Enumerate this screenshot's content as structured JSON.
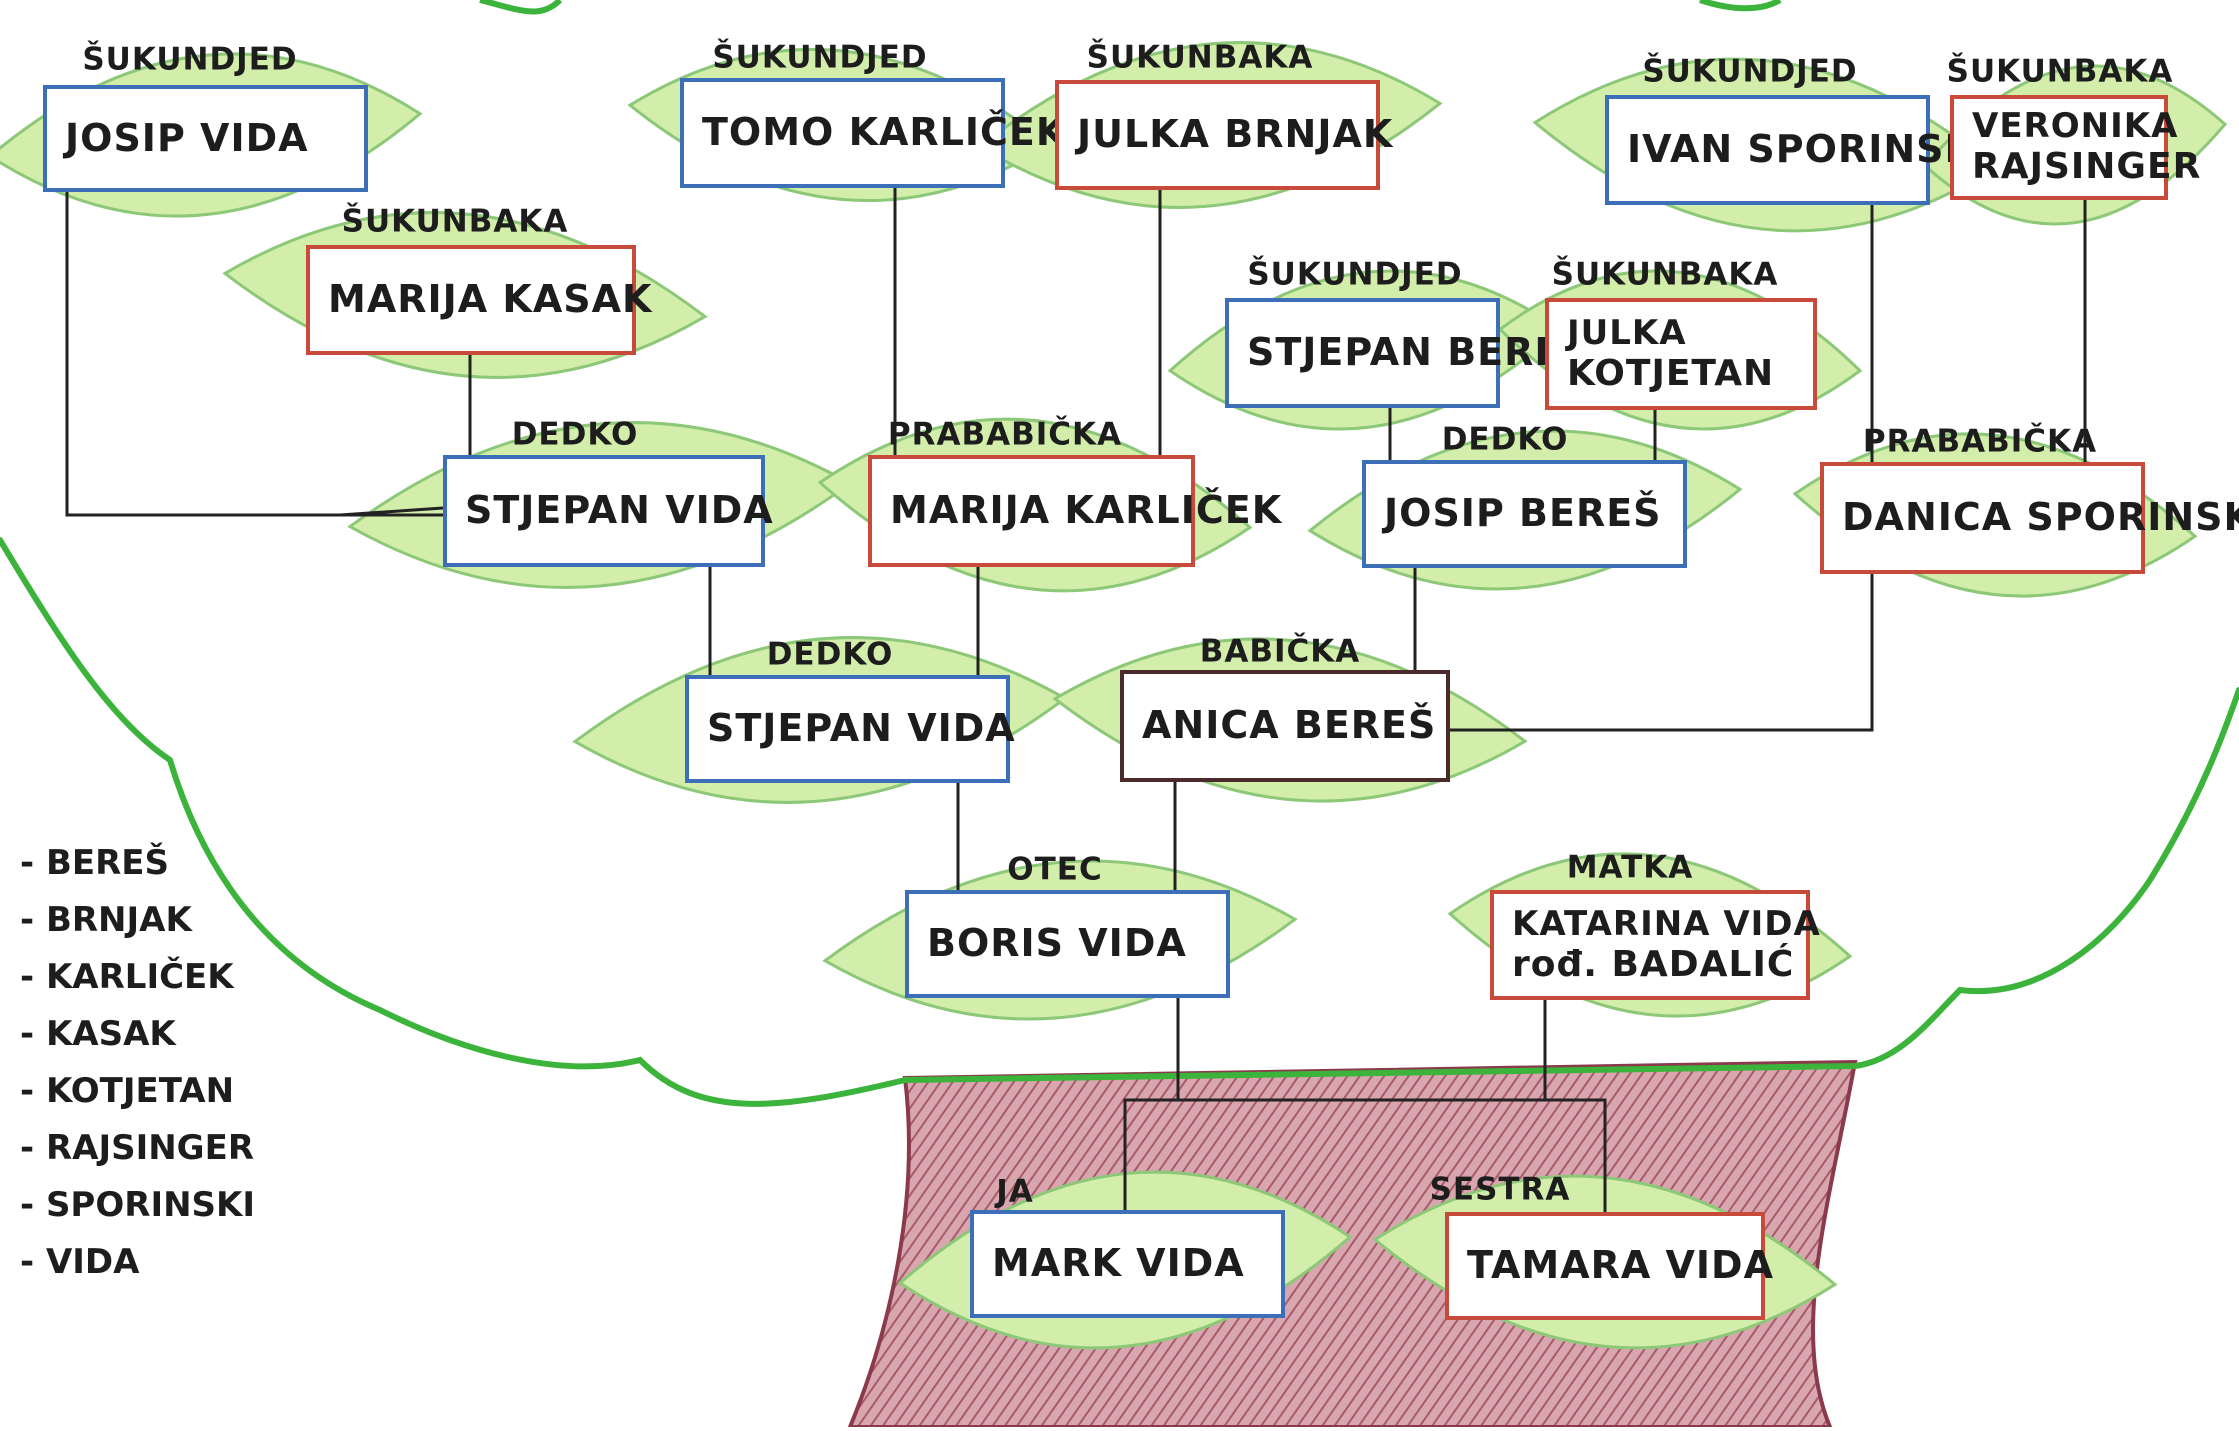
{
  "persons": [
    {
      "id": "p1",
      "role": "ŠUKUNDJED",
      "name": "JOSIP VIDA",
      "sex": "m"
    },
    {
      "id": "p2",
      "role": "ŠUKUNDJED",
      "name": "TOMO KARLIČEK",
      "sex": "m"
    },
    {
      "id": "p3",
      "role": "ŠUKUNBAKA",
      "name": "JULKA BRNJAK",
      "sex": "f"
    },
    {
      "id": "p4",
      "role": "ŠUKUNDJED",
      "name": "IVAN SPORINSKI",
      "sex": "m"
    },
    {
      "id": "p5",
      "role": "ŠUKUNBAKA",
      "name": "VERONIKA",
      "name2": "RAJSINGER",
      "sex": "f"
    },
    {
      "id": "p6",
      "role": "ŠUKUNBAKA",
      "name": "MARIJA KASAK",
      "sex": "f"
    },
    {
      "id": "p7",
      "role": "ŠUKUNDJED",
      "name": "STJEPAN BEREŠ",
      "sex": "m"
    },
    {
      "id": "p8",
      "role": "ŠUKUNBAKA",
      "name": "JULKA",
      "name2": "KOTJETAN",
      "sex": "f"
    },
    {
      "id": "p9",
      "role": "DEDKO",
      "name": "STJEPAN VIDA",
      "sex": "m"
    },
    {
      "id": "p10",
      "role": "PRABABIČKA",
      "name": "MARIJA KARLIČEK",
      "sex": "f"
    },
    {
      "id": "p11",
      "role": "DEDKO",
      "name": "JOSIP BEREŠ",
      "sex": "m"
    },
    {
      "id": "p12",
      "role": "PRABABIČKA",
      "name": "DANICA SPORINSKI",
      "sex": "f"
    },
    {
      "id": "p13",
      "role": "DEDKO",
      "name": "STJEPAN VIDA",
      "sex": "m"
    },
    {
      "id": "p14",
      "role": "BABIČKA",
      "name": "ANICA BEREŠ",
      "sex": "f"
    },
    {
      "id": "p15",
      "role": "OTEC",
      "name": "BORIS VIDA",
      "sex": "m"
    },
    {
      "id": "p16",
      "role": "MATKA",
      "name": "KATARINA VIDA",
      "name2": "rođ. BADALIĆ",
      "sex": "f"
    },
    {
      "id": "p17",
      "role": "JA",
      "name": "MARK VIDA",
      "sex": "m"
    },
    {
      "id": "p18",
      "role": "SESTRA",
      "name": "TAMARA VIDA",
      "sex": "f"
    }
  ],
  "links": [
    {
      "parents": [
        "p1",
        "p6"
      ],
      "child": "p9"
    },
    {
      "parents": [
        "p2",
        "p3"
      ],
      "child": "p10"
    },
    {
      "parents": [
        "p7",
        "p8"
      ],
      "child": "p11"
    },
    {
      "parents": [
        "p4",
        "p5"
      ],
      "child": "p12"
    },
    {
      "parents": [
        "p9",
        "p10"
      ],
      "child": "p13"
    },
    {
      "parents": [
        "p11",
        "p12"
      ],
      "child": "p14"
    },
    {
      "parents": [
        "p13",
        "p14"
      ],
      "child": "p15"
    },
    {
      "parents": [
        "p15",
        "p16"
      ],
      "children": [
        "p17",
        "p18"
      ]
    }
  ],
  "legend": [
    "- BEREŠ",
    "- BRNJAK",
    "- KARLIČEK",
    "- KASAK",
    "- KOTJETAN",
    "- RAJSINGER",
    "- SPORINSKI",
    "- VIDA"
  ],
  "colors": {
    "crown_outline": "#3cb43c",
    "leaf_fill": "#d2eeaa",
    "leaf_stroke": "#8cc878",
    "trunk": "#b8707c",
    "male_border": "#3d6fb8",
    "female_border": "#c84a3a",
    "line": "#222222"
  }
}
